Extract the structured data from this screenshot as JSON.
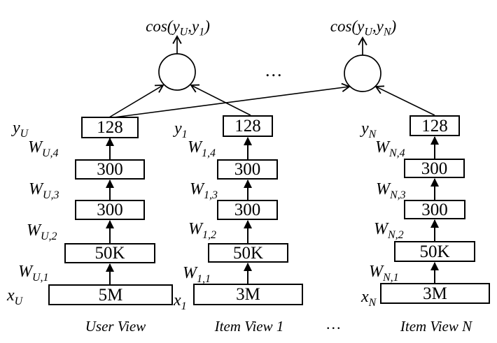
{
  "colors": {
    "ink": "#000000",
    "background": "#ffffff"
  },
  "top": {
    "ellipsis": "...",
    "cosine_labels": [
      {
        "p1": "cos(y",
        "s1": "U",
        "p2": ",y",
        "s2": "1",
        "p3": ")"
      },
      {
        "p1": "cos(y",
        "s1": "U",
        "p2": ",y",
        "s2": "N",
        "p3": ")"
      }
    ]
  },
  "bottom": {
    "ellipsis": "..."
  },
  "views": [
    {
      "caption": "User View",
      "input_label": {
        "base": "x",
        "sub": "U"
      },
      "output_label": {
        "base": "y",
        "sub": "U"
      },
      "weights": {
        "w1": {
          "base": "W",
          "sub": "U,1"
        },
        "w2": {
          "base": "W",
          "sub": "U,2"
        },
        "w3": {
          "base": "W",
          "sub": "U,3"
        },
        "w4": {
          "base": "W",
          "sub": "U,4"
        }
      },
      "layers": {
        "input": "5M",
        "h1": "50K",
        "h2": "300",
        "h3": "300",
        "output": "128"
      }
    },
    {
      "caption": "Item View 1",
      "input_label": {
        "base": "x",
        "sub": "1"
      },
      "output_label": {
        "base": "y",
        "sub": "1"
      },
      "weights": {
        "w1": {
          "base": "W",
          "sub": "1,1"
        },
        "w2": {
          "base": "W",
          "sub": "1,2"
        },
        "w3": {
          "base": "W",
          "sub": "1,3"
        },
        "w4": {
          "base": "W",
          "sub": "1,4"
        }
      },
      "layers": {
        "input": "3M",
        "h1": "50K",
        "h2": "300",
        "h3": "300",
        "output": "128"
      }
    },
    {
      "caption": "Item View N",
      "input_label": {
        "base": "x",
        "sub": "N"
      },
      "output_label": {
        "base": "y",
        "sub": "N"
      },
      "weights": {
        "w1": {
          "base": "W",
          "sub": "N,1"
        },
        "w2": {
          "base": "W",
          "sub": "N,2"
        },
        "w3": {
          "base": "W",
          "sub": "N,3"
        },
        "w4": {
          "base": "W",
          "sub": "N,4"
        }
      },
      "layers": {
        "input": "3M",
        "h1": "50K",
        "h2": "300",
        "h3": "300",
        "output": "128"
      }
    }
  ]
}
